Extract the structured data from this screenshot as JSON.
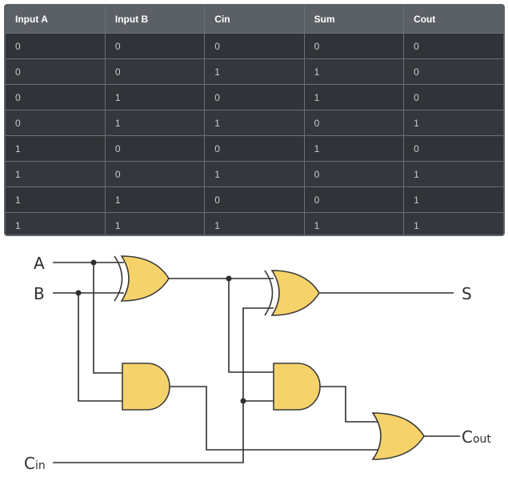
{
  "truth_table": {
    "headers": [
      "Input A",
      "Input B",
      "Cin",
      "Sum",
      "Cout"
    ],
    "rows": [
      [
        "0",
        "0",
        "0",
        "0",
        "0"
      ],
      [
        "0",
        "0",
        "1",
        "1",
        "0"
      ],
      [
        "0",
        "1",
        "0",
        "1",
        "0"
      ],
      [
        "0",
        "1",
        "1",
        "0",
        "1"
      ],
      [
        "1",
        "0",
        "0",
        "1",
        "0"
      ],
      [
        "1",
        "0",
        "1",
        "0",
        "1"
      ],
      [
        "1",
        "1",
        "0",
        "0",
        "1"
      ],
      [
        "1",
        "1",
        "1",
        "1",
        "1"
      ]
    ]
  },
  "circuit": {
    "labels": {
      "input_a": "A",
      "input_b": "B",
      "carry_in_main": "C",
      "carry_in_sub": "in",
      "sum_output": "S",
      "carry_out_main": "C",
      "carry_out_sub": "out"
    },
    "gates": [
      "xor-gate",
      "xor-gate",
      "and-gate",
      "and-gate",
      "or-gate"
    ],
    "colors": {
      "gate_fill": "#f6d36a",
      "wire": "#2e2e2e",
      "table_bg": "#2b2e33",
      "table_header": "#5b6067"
    }
  }
}
